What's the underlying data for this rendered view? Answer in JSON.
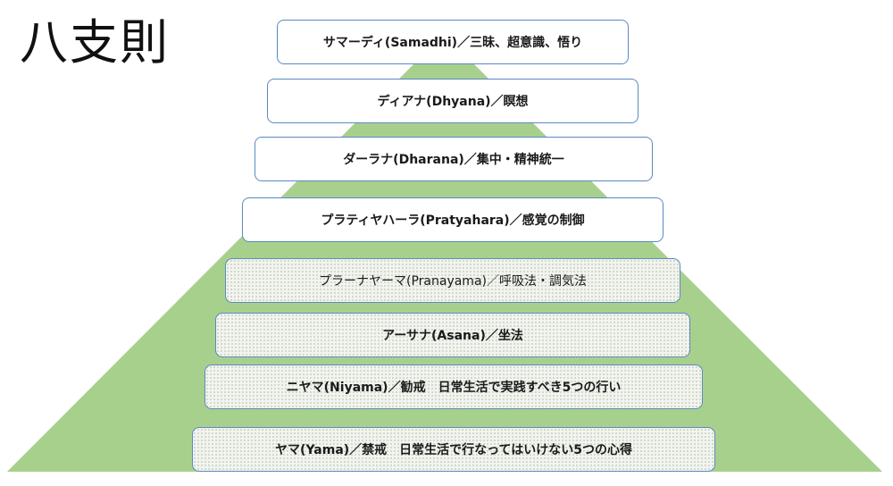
{
  "title": "八支則",
  "colors": {
    "pyramid_fill": "#a8d08d",
    "box_border": "#5b89c0"
  },
  "tiers": [
    {
      "label": "サマーディ(Samadhi)／三昧、超意識、悟り"
    },
    {
      "label": "ディアナ(Dhyana)／瞑想"
    },
    {
      "label": "ダーラナ(Dharana)／集中・精神統一"
    },
    {
      "label": "プラティヤハーラ(Pratyahara)／感覚の制御"
    },
    {
      "label": "プラーナヤーマ(Pranayama)／呼吸法・調気法"
    },
    {
      "label": "アーサナ(Asana)／坐法"
    },
    {
      "label": "ニヤマ(Niyama)／勧戒　日常生活で実践すべき5つの行い"
    },
    {
      "label": "ヤマ(Yama)／禁戒　日常生活で行なってはいけない5つの心得"
    }
  ]
}
